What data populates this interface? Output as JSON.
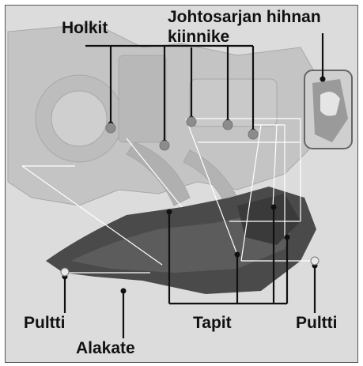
{
  "labels": {
    "holkit": "Holkit",
    "harness_line1": "Johtosarjan hihnan",
    "harness_line2": "kiinnike",
    "pultti_left": "Pultti",
    "pultti_right": "Pultti",
    "tapit": "Tapit",
    "alakate": "Alakate"
  },
  "colors": {
    "background": "#dcdcdc",
    "engine": "#c7c7c7",
    "cover": "#4a4a4a",
    "leader": "#ffffff",
    "point": "#111111"
  }
}
